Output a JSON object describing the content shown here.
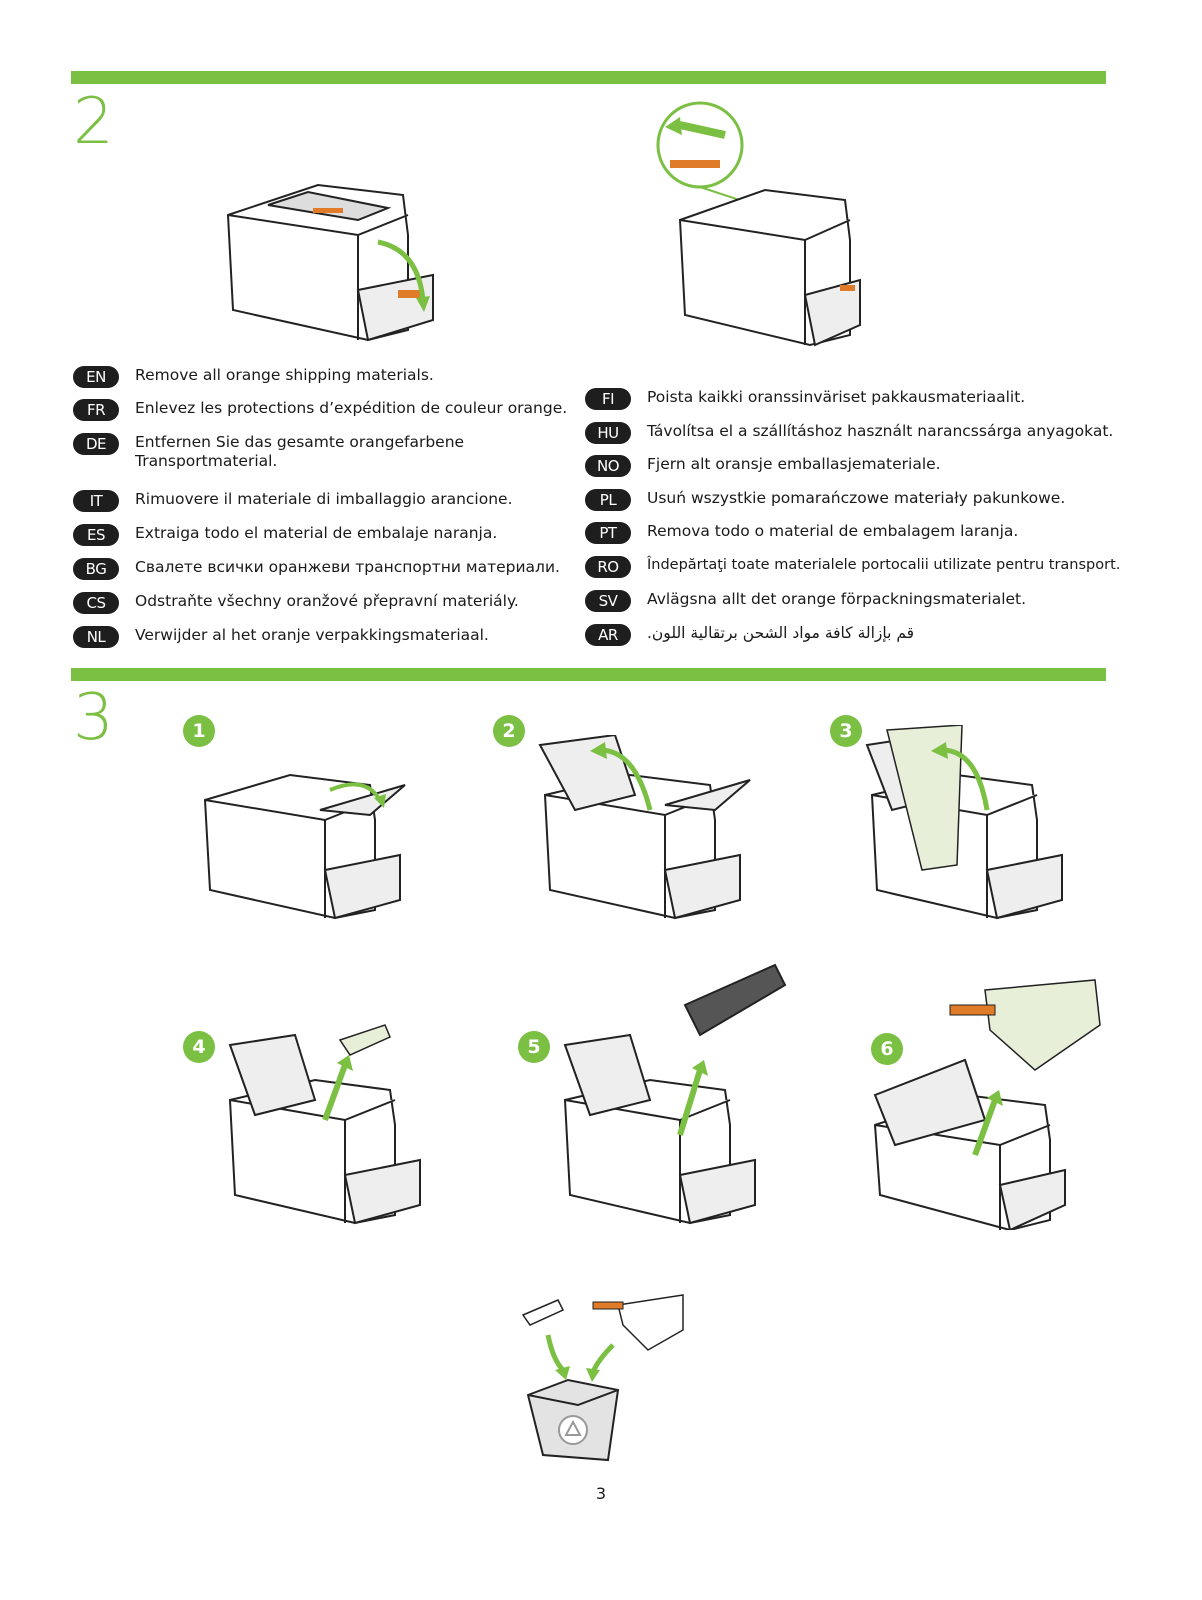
{
  "steps": {
    "two": "2",
    "three": "3"
  },
  "languages_left": [
    {
      "code": "EN",
      "text": "Remove all orange shipping materials."
    },
    {
      "code": "FR",
      "text": "Enlevez les protections d’expédition de couleur orange."
    },
    {
      "code": "DE",
      "text": "Entfernen Sie das gesamte orangefarbene\nTransportmaterial."
    },
    {
      "code": "IT",
      "text": "Rimuovere il materiale di imballaggio arancione."
    },
    {
      "code": "ES",
      "text": "Extraiga todo el material de embalaje naranja."
    },
    {
      "code": "BG",
      "text": "Свалете всички оранжеви транспортни материали."
    },
    {
      "code": "CS",
      "text": "Odstraňte všechny oranžové přepravní materiály."
    },
    {
      "code": "NL",
      "text": "Verwijder al het oranje verpakkingsmateriaal."
    }
  ],
  "languages_right": [
    {
      "code": "FI",
      "text": "Poista kaikki oranssinväriset pakkausmateriaalit."
    },
    {
      "code": "HU",
      "text": "Távolítsa el a szállításhoz használt narancssárga anyagokat."
    },
    {
      "code": "NO",
      "text": "Fjern alt oransje emballasjemateriale."
    },
    {
      "code": "PL",
      "text": "Usuń wszystkie pomarańczowe materiały pakunkowe."
    },
    {
      "code": "PT",
      "text": "Remova todo o material de embalagem laranja."
    },
    {
      "code": "RO",
      "text": "Îndepărtaţi toate materialele portocalii utilizate pentru transport."
    },
    {
      "code": "SV",
      "text": "Avlägsna allt det orange förpackningsmaterialet."
    },
    {
      "code": "AR",
      "text": "قم بإزالة كافة مواد الشحن برتقالية اللون."
    }
  ],
  "substeps": [
    "1",
    "2",
    "3",
    "4",
    "5",
    "6"
  ],
  "page_number": "3",
  "colors": {
    "accent": "#7bbf43",
    "orange": "#e07b27",
    "badge": "#1e1e1e"
  },
  "icons": [
    "printer-illustration",
    "recycle-bin-icon",
    "arrow-icon"
  ]
}
